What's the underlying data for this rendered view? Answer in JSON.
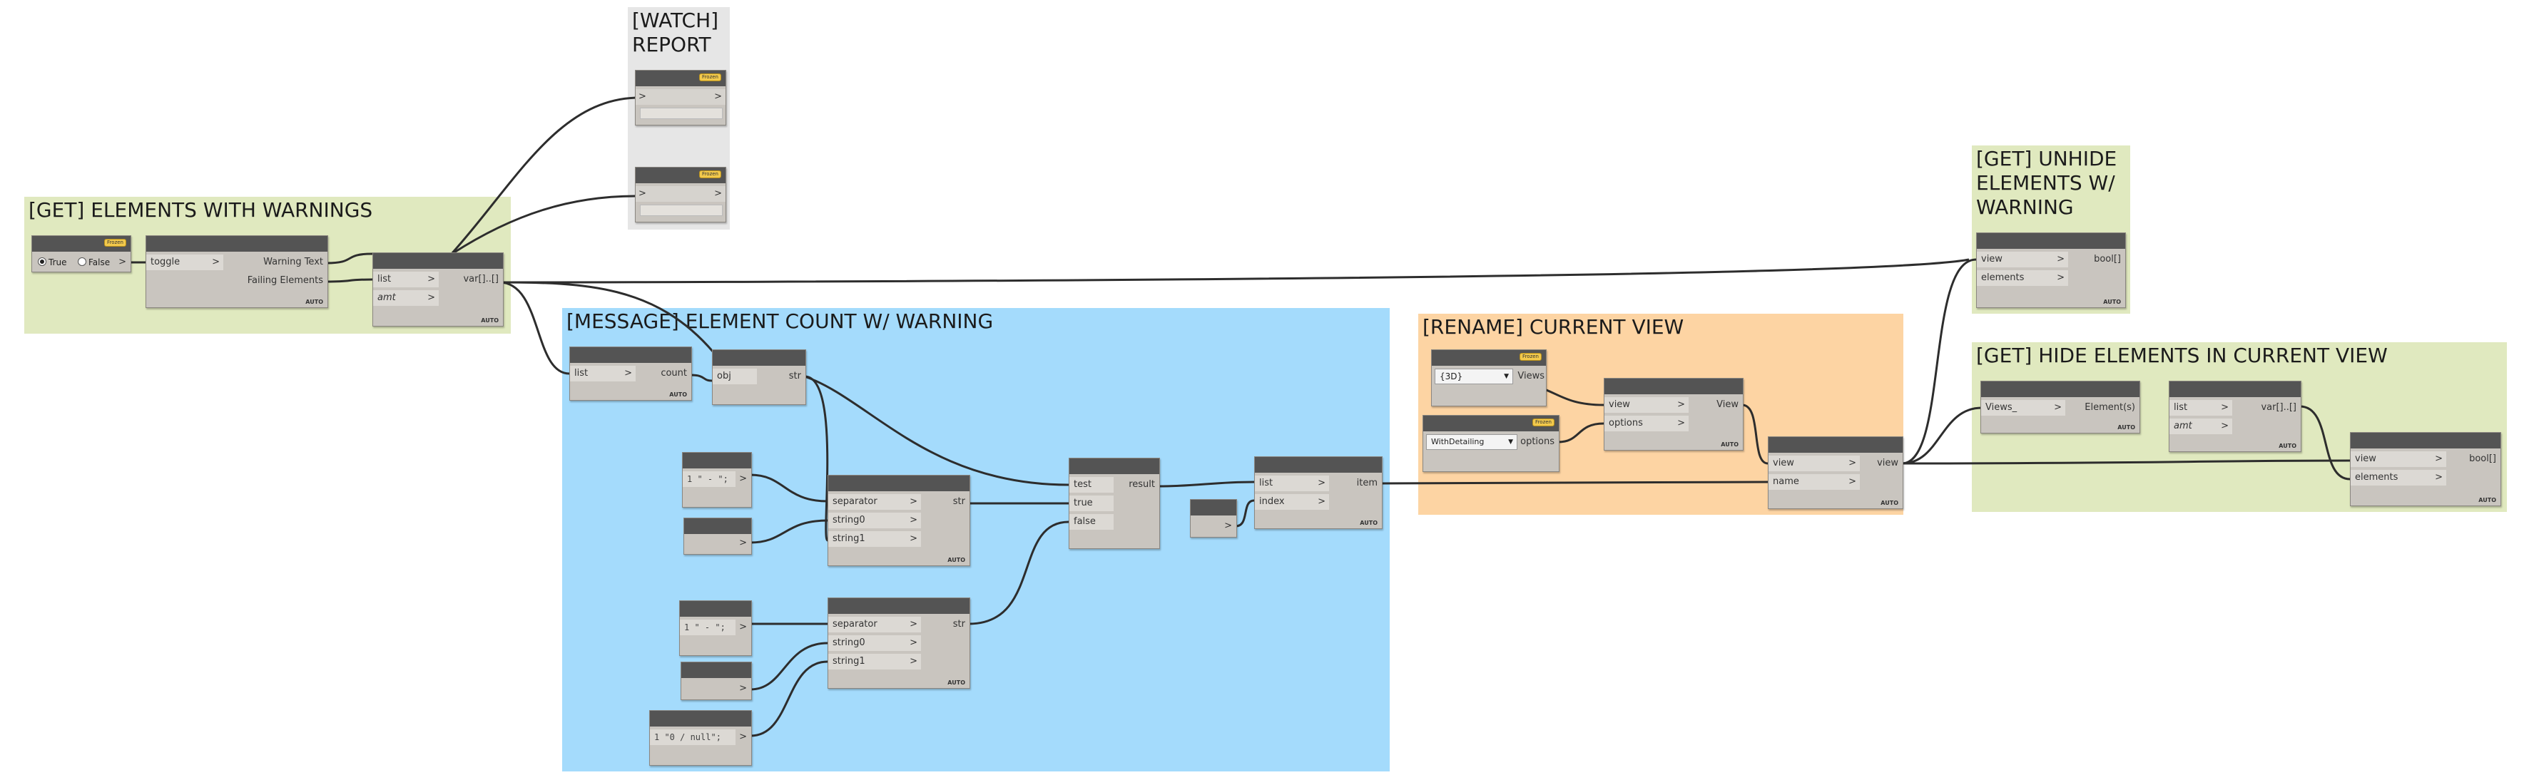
{
  "groups": {
    "watch_report": "[WATCH]\nREPORT",
    "elements_with_warnings": "[GET] ELEMENTS WITH WARNINGS",
    "element_count": "[MESSAGE] ELEMENT COUNT W/ WARNING",
    "rename_view": "[RENAME] CURRENT VIEW",
    "unhide": "[GET] UNHIDE\nELEMENTS W/\nWARNING",
    "hide": "[GET] HIDE ELEMENTS IN CURRENT VIEW"
  },
  "colors": {
    "green_group": "#e0e9bf",
    "gray_group": "#e6e6e6",
    "blue_group": "#a4dbfc",
    "orange_group": "#fdd4a3",
    "node_header": "#545454",
    "node_body": "#c9c5bf"
  },
  "common": {
    "auto_label": "AUTO",
    "frozen_label": "Frozen",
    "chevron": ">"
  },
  "nodes": {
    "bool_toggle": {
      "true_label": "True",
      "false_label": "False"
    },
    "warnings": {
      "in0": "toggle",
      "out0": "Warning Text",
      "out1": "Failing Elements"
    },
    "flatten": {
      "in0": "list",
      "in1": "amt",
      "out0": "var[]..[]"
    },
    "count": {
      "in0": "list",
      "out0": "count"
    },
    "tostring": {
      "in0": "obj",
      "out0": "str"
    },
    "code_dash1": {
      "code": "1 \" - \";"
    },
    "code_dash2": {
      "code": "1 \" - \";"
    },
    "code_null": {
      "code": "1 \"0 / null\";"
    },
    "join1": {
      "in0": "separator",
      "in1": "string0",
      "in2": "string1",
      "out0": "str"
    },
    "join2": {
      "in0": "separator",
      "in1": "string0",
      "in2": "string1",
      "out0": "str"
    },
    "ifnode": {
      "in0": "test",
      "in1": "true",
      "in2": "false",
      "out0": "result"
    },
    "getitem": {
      "in0": "list",
      "in1": "index",
      "out0": "item"
    },
    "views_select": {
      "value": "{3D}",
      "out0": "Views"
    },
    "options_select": {
      "value": "WithDetailing",
      "out0": "options"
    },
    "duplicate": {
      "in0": "view",
      "in1": "options",
      "out0": "View"
    },
    "rename": {
      "in0": "view",
      "in1": "name",
      "out0": "view"
    },
    "unhide": {
      "in0": "view",
      "in1": "elements",
      "out0": "bool[]"
    },
    "all_elements": {
      "in0": "Views_",
      "out0": "Element(s)"
    },
    "flatten2": {
      "in0": "list",
      "in1": "amt",
      "out0": "var[]..[]"
    },
    "hide": {
      "in0": "view",
      "in1": "elements",
      "out0": "bool[]"
    }
  }
}
